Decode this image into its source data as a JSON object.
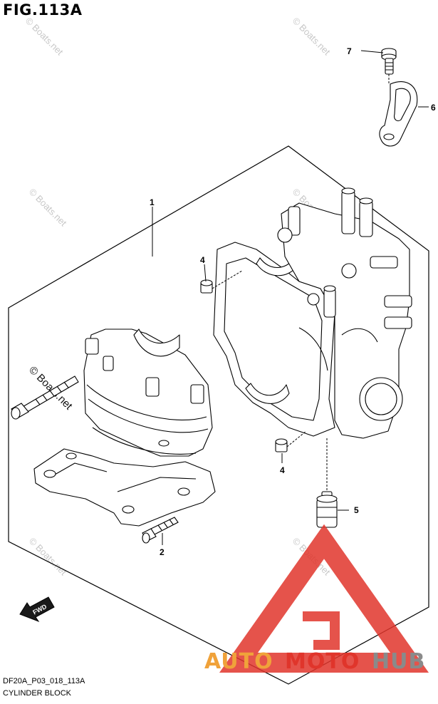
{
  "figure": {
    "title": "FIG.113A",
    "code": "DF20A_P03_018_113A",
    "name": "CYLINDER BLOCK"
  },
  "callouts": [
    {
      "label": "1",
      "part": "cylinder-block-assembly"
    },
    {
      "label": "2",
      "part": "bolt"
    },
    {
      "label": "4",
      "part": "dowel-pin"
    },
    {
      "label": "4",
      "part": "dowel-pin"
    },
    {
      "label": "5",
      "part": "fitting"
    },
    {
      "label": "6",
      "part": "lifting-eye"
    },
    {
      "label": "7",
      "part": "bolt"
    }
  ],
  "fwd_arrow": {
    "label": "FWD"
  },
  "watermark": {
    "text": "© Boats.net"
  },
  "brand_logo": {
    "text_left": "AUTO",
    "text_mid": "MOTO",
    "text_right": "HUB",
    "color_orange": "#f0a23a",
    "color_red": "#e0352b",
    "color_gray": "#8a8a8a"
  }
}
